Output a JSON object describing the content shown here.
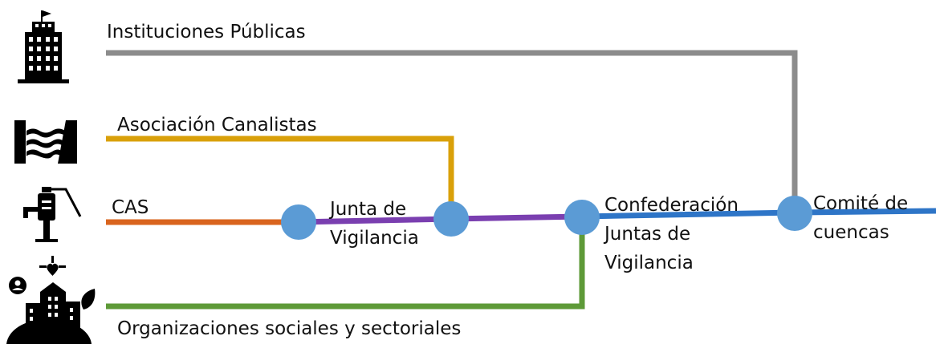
{
  "sources": [
    {
      "label": "Instituciones Públicas",
      "icon": "building-icon",
      "color": "#8c8c8c"
    },
    {
      "label": "Asociación  Canalistas",
      "icon": "canal-dam-icon",
      "color": "#d9a00a"
    },
    {
      "label": "CAS",
      "icon": "water-tap-icon",
      "color": "#d9641e"
    },
    {
      "label": "Organizaciones sociales y sectoriales",
      "icon": "community-globe-icon",
      "color": "#5e9a38"
    }
  ],
  "nodes": [
    {
      "lines": [
        "Junta de",
        "Vigilancia"
      ]
    },
    {
      "lines": []
    },
    {
      "lines": [
        "Confederación",
        "Juntas de",
        "Vigilancia"
      ]
    },
    {
      "lines": [
        "Comité de",
        "cuencas"
      ]
    }
  ],
  "colors": {
    "node_fill": "#5b9bd5",
    "segment_purple": "#7a3fb0",
    "segment_blue": "#2e75c7",
    "icon": "#000000"
  }
}
